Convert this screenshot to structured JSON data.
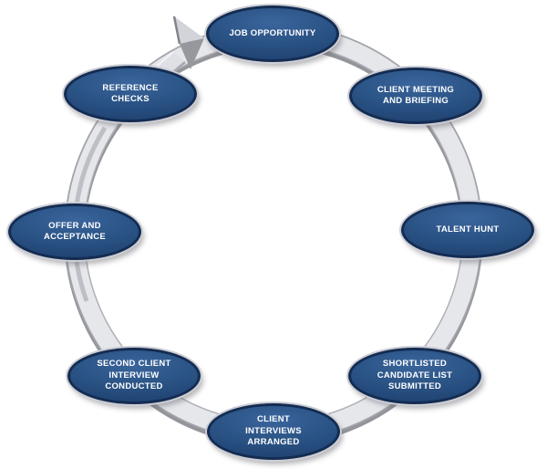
{
  "diagram": {
    "type": "cycle",
    "direction": "clockwise",
    "nodes": [
      {
        "id": "job-opportunity",
        "label": "JOB OPPORTUNITY"
      },
      {
        "id": "client-meeting-and-briefing",
        "label": "CLIENT MEETING\nAND BRIEFING"
      },
      {
        "id": "talent-hunt",
        "label": "TALENT HUNT"
      },
      {
        "id": "shortlisted-candidate-list-submitted",
        "label": "SHORTLISTED\nCANDIDATE LIST\nSUBMITTED"
      },
      {
        "id": "client-interviews-arranged",
        "label": "CLIENT\nINTERVIEWS\nARRANGED"
      },
      {
        "id": "second-client-interview-conducted",
        "label": "SECOND CLIENT\nINTERVIEW\nCONDUCTED"
      },
      {
        "id": "offer-and-acceptance",
        "label": "OFFER AND\nACCEPTANCE"
      },
      {
        "id": "reference-checks",
        "label": "REFERENCE\nCHECKS"
      }
    ],
    "colors": {
      "node_fill": "#2b5486",
      "node_border": "#142c52",
      "node_text": "#ffffff",
      "ring_band": "#e6e7eb",
      "ring_edge": "#9b9ca2",
      "ring_shadow": "#94959b"
    }
  }
}
